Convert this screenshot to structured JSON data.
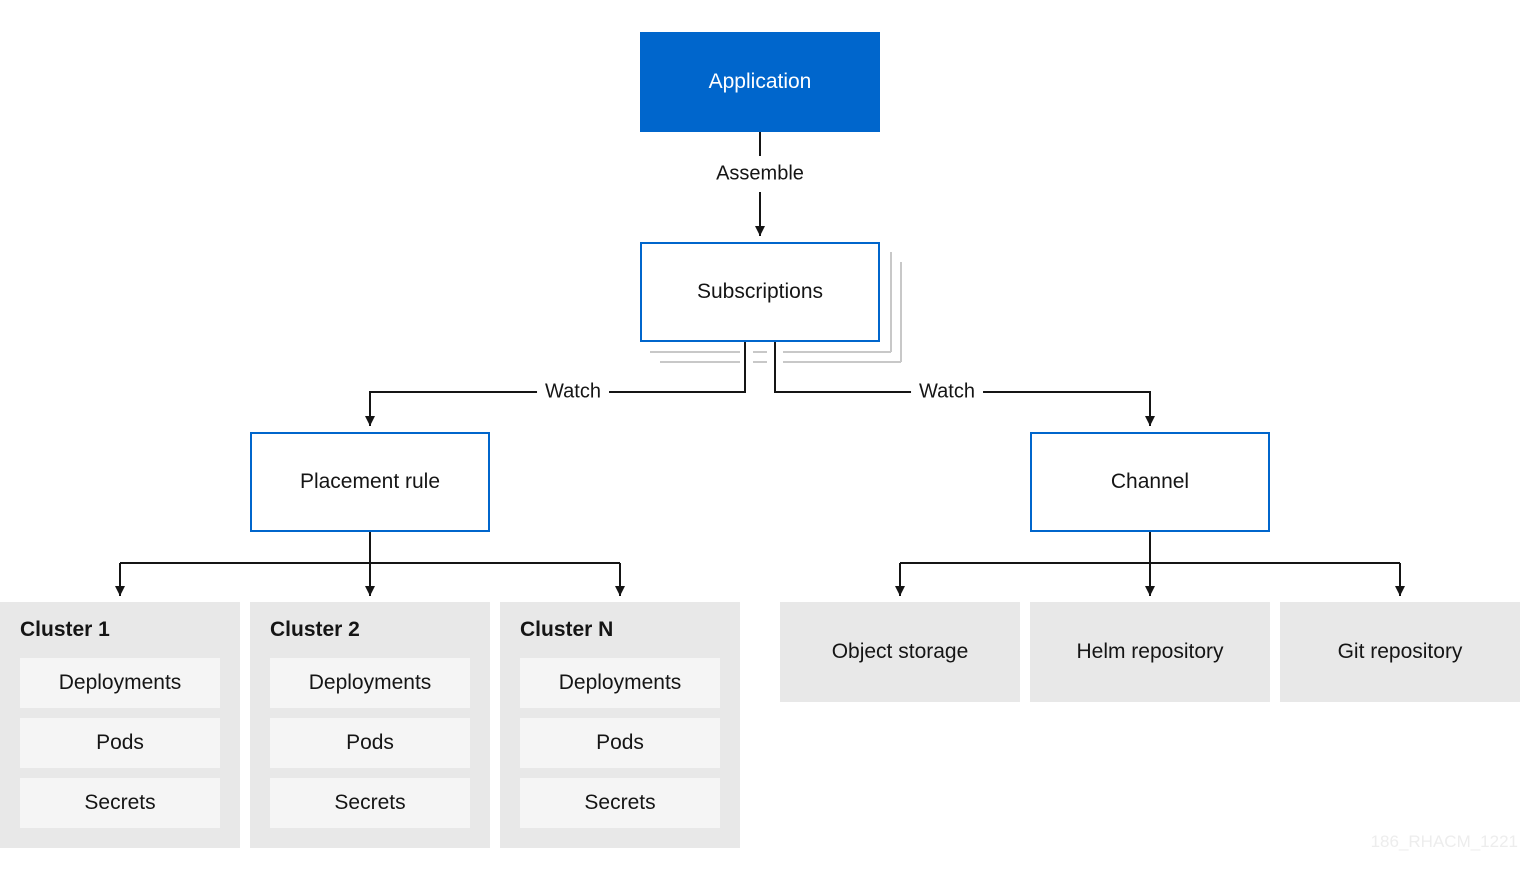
{
  "nodes": {
    "application": "Application",
    "subscriptions": "Subscriptions",
    "placement_rule": "Placement rule",
    "channel": "Channel"
  },
  "edges": {
    "assemble": "Assemble",
    "watch_left": "Watch",
    "watch_right": "Watch"
  },
  "clusters": [
    {
      "title": "Cluster 1",
      "resources": [
        "Deployments",
        "Pods",
        "Secrets"
      ]
    },
    {
      "title": "Cluster 2",
      "resources": [
        "Deployments",
        "Pods",
        "Secrets"
      ]
    },
    {
      "title": "Cluster N",
      "resources": [
        "Deployments",
        "Pods",
        "Secrets"
      ]
    }
  ],
  "repositories": [
    "Object storage",
    "Helm repository",
    "Git repository"
  ],
  "watermark": "186_RHACM_1221",
  "colors": {
    "primary": "#0066cc",
    "outline": "#0066cc",
    "panel": "#e8e8e8",
    "item": "#f5f5f5",
    "connector": "#151515"
  }
}
